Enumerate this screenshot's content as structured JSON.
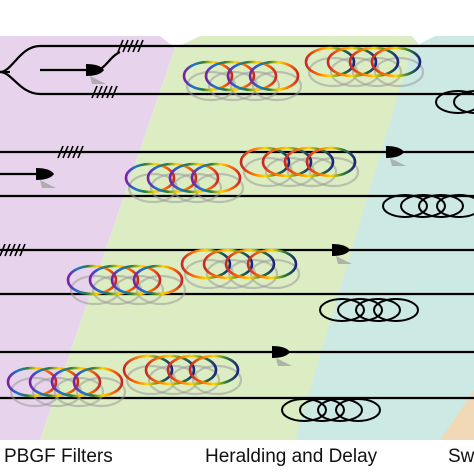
{
  "colors": {
    "purple_band": "#e7d4ec",
    "green_band": "#dcedc4",
    "teal_band": "#cde9e3",
    "orange_band": "#f1d9b8",
    "line": "#000000",
    "shadow": "#9a9a9a",
    "ring_spectrum": [
      "#7b1fa2",
      "#1976d2",
      "#2e7d32",
      "#ffd600",
      "#ff6f00",
      "#c62828"
    ]
  },
  "labels": {
    "filters": "PBGF Filters",
    "heralding": "Heralding and Delay",
    "switch": "Sw"
  }
}
